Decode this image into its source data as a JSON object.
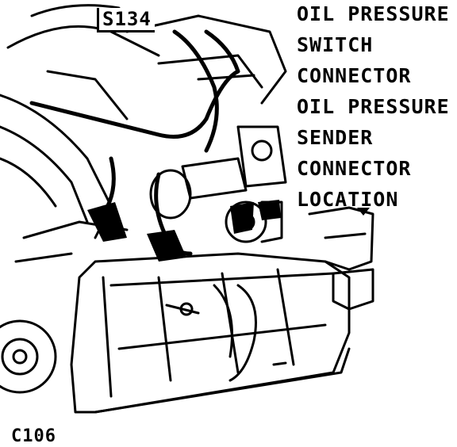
{
  "diagram": {
    "callout_lines": [
      "OIL PRESSURE",
      "SWITCH",
      "CONNECTOR",
      "OIL PRESSURE",
      "SENDER",
      "CONNECTOR",
      "LOCATION"
    ],
    "splice_label": "S134",
    "connector_label": "C106"
  },
  "colors": {
    "ink": "#000000",
    "paper": "#ffffff"
  }
}
